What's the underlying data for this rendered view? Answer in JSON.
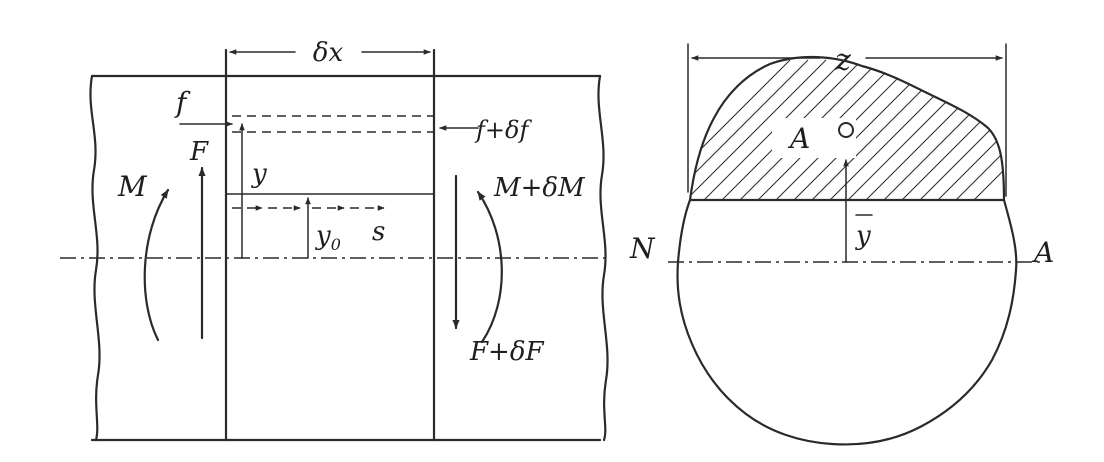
{
  "labels": {
    "dx": "δx",
    "f": "f",
    "f_df": "f+δf",
    "F": "F",
    "M": "M",
    "y": "y",
    "M_dM": "M+δM",
    "y0": "y",
    "y0_sub": "0",
    "s": "s",
    "F_dF": "F+δF",
    "z": "z",
    "A_point": "A",
    "N": "N",
    "A_axis": "A",
    "ybar": "y"
  },
  "colors": {
    "ink": "#2a2a2a",
    "paper": "#ffffff"
  }
}
